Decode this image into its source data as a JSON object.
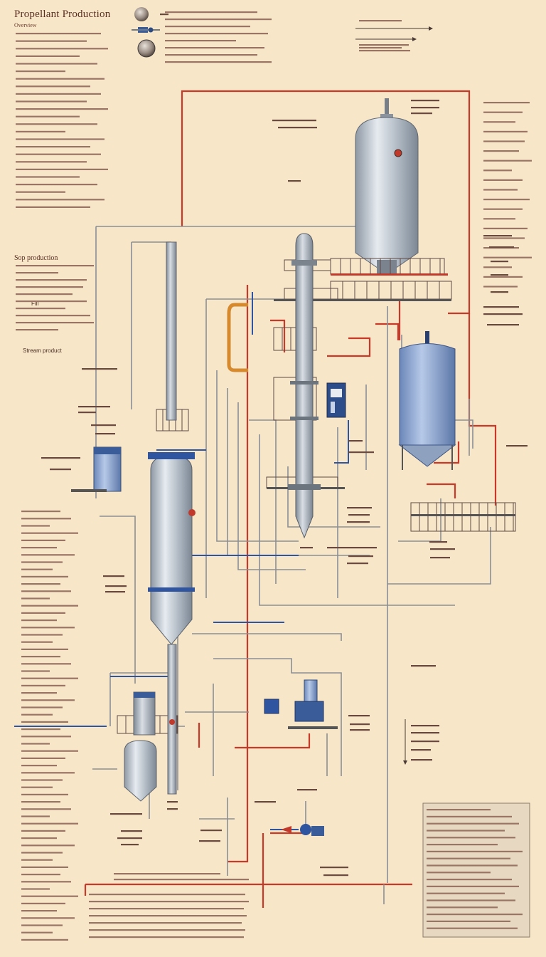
{
  "title": "Propellant Production",
  "subtitle": "Overview",
  "section_label": "Sop production",
  "callouts": [
    {
      "text": "Fill"
    },
    {
      "text": "Stream product"
    }
  ],
  "colors": {
    "background": "#f7e6c8",
    "steam_line": "#c73a2a",
    "process_line": "#8b8f96",
    "cold_line": "#2f55a1",
    "vessel_steel": "#b9c1cb",
    "vessel_blue": "#7d9cc9",
    "text": "#5b2e22"
  },
  "icons": [
    "moon-globe-icon",
    "gear-valve-icon",
    "arrow-right-icon",
    "arrow-down-icon"
  ]
}
